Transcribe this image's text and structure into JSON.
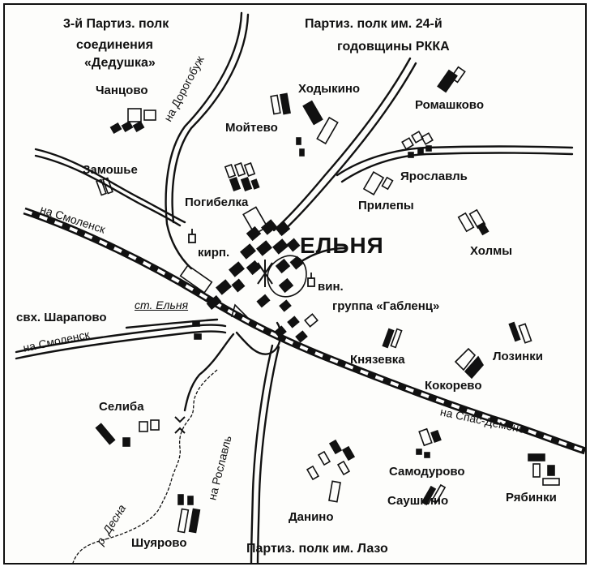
{
  "partisans": {
    "top_left_line1": "3-й Партиз. полк",
    "top_left_line2": "соединения",
    "top_left_line3": "«Дедушка»",
    "top_right_line1": "Партиз. полк им. 24-й",
    "top_right_line2": "годовщины РККА",
    "bottom": "Партиз. полк им. Лазо",
    "group": "группа «Габленц»"
  },
  "town": "ЕЛЬНЯ",
  "villages": {
    "chantsovo": "Чанцово",
    "khodykino": "Ходыкино",
    "romashkovo": "Ромашково",
    "moytevo": "Мойтево",
    "zamoshye": "Замошье",
    "yaroslavl": "Ярославль",
    "pogibelka": "Погибелка",
    "prilepy": "Прилепы",
    "kholmy": "Холмы",
    "kirp": "кирп.",
    "vin": "вин.",
    "sharapovo": "свх. Шарапово",
    "station": "ст. Ельня",
    "knyazevka": "Князевка",
    "lozinki": "Лозинки",
    "kokorevo": "Кокорево",
    "seliba": "Селиба",
    "samodurovo": "Самодурово",
    "ryabinki": "Рябинки",
    "danino": "Данино",
    "saushkino": "Саушкино",
    "shuyarovo": "Шуярово"
  },
  "roads": {
    "dorogobuzh": "на Дорогобуж",
    "smolensk_rail": "на Смоленск",
    "smolensk_road": "на Смоленск",
    "spas_demensk": "на Спас-Деменск",
    "roslavl": "на Рославль",
    "river": "р. Десна"
  }
}
